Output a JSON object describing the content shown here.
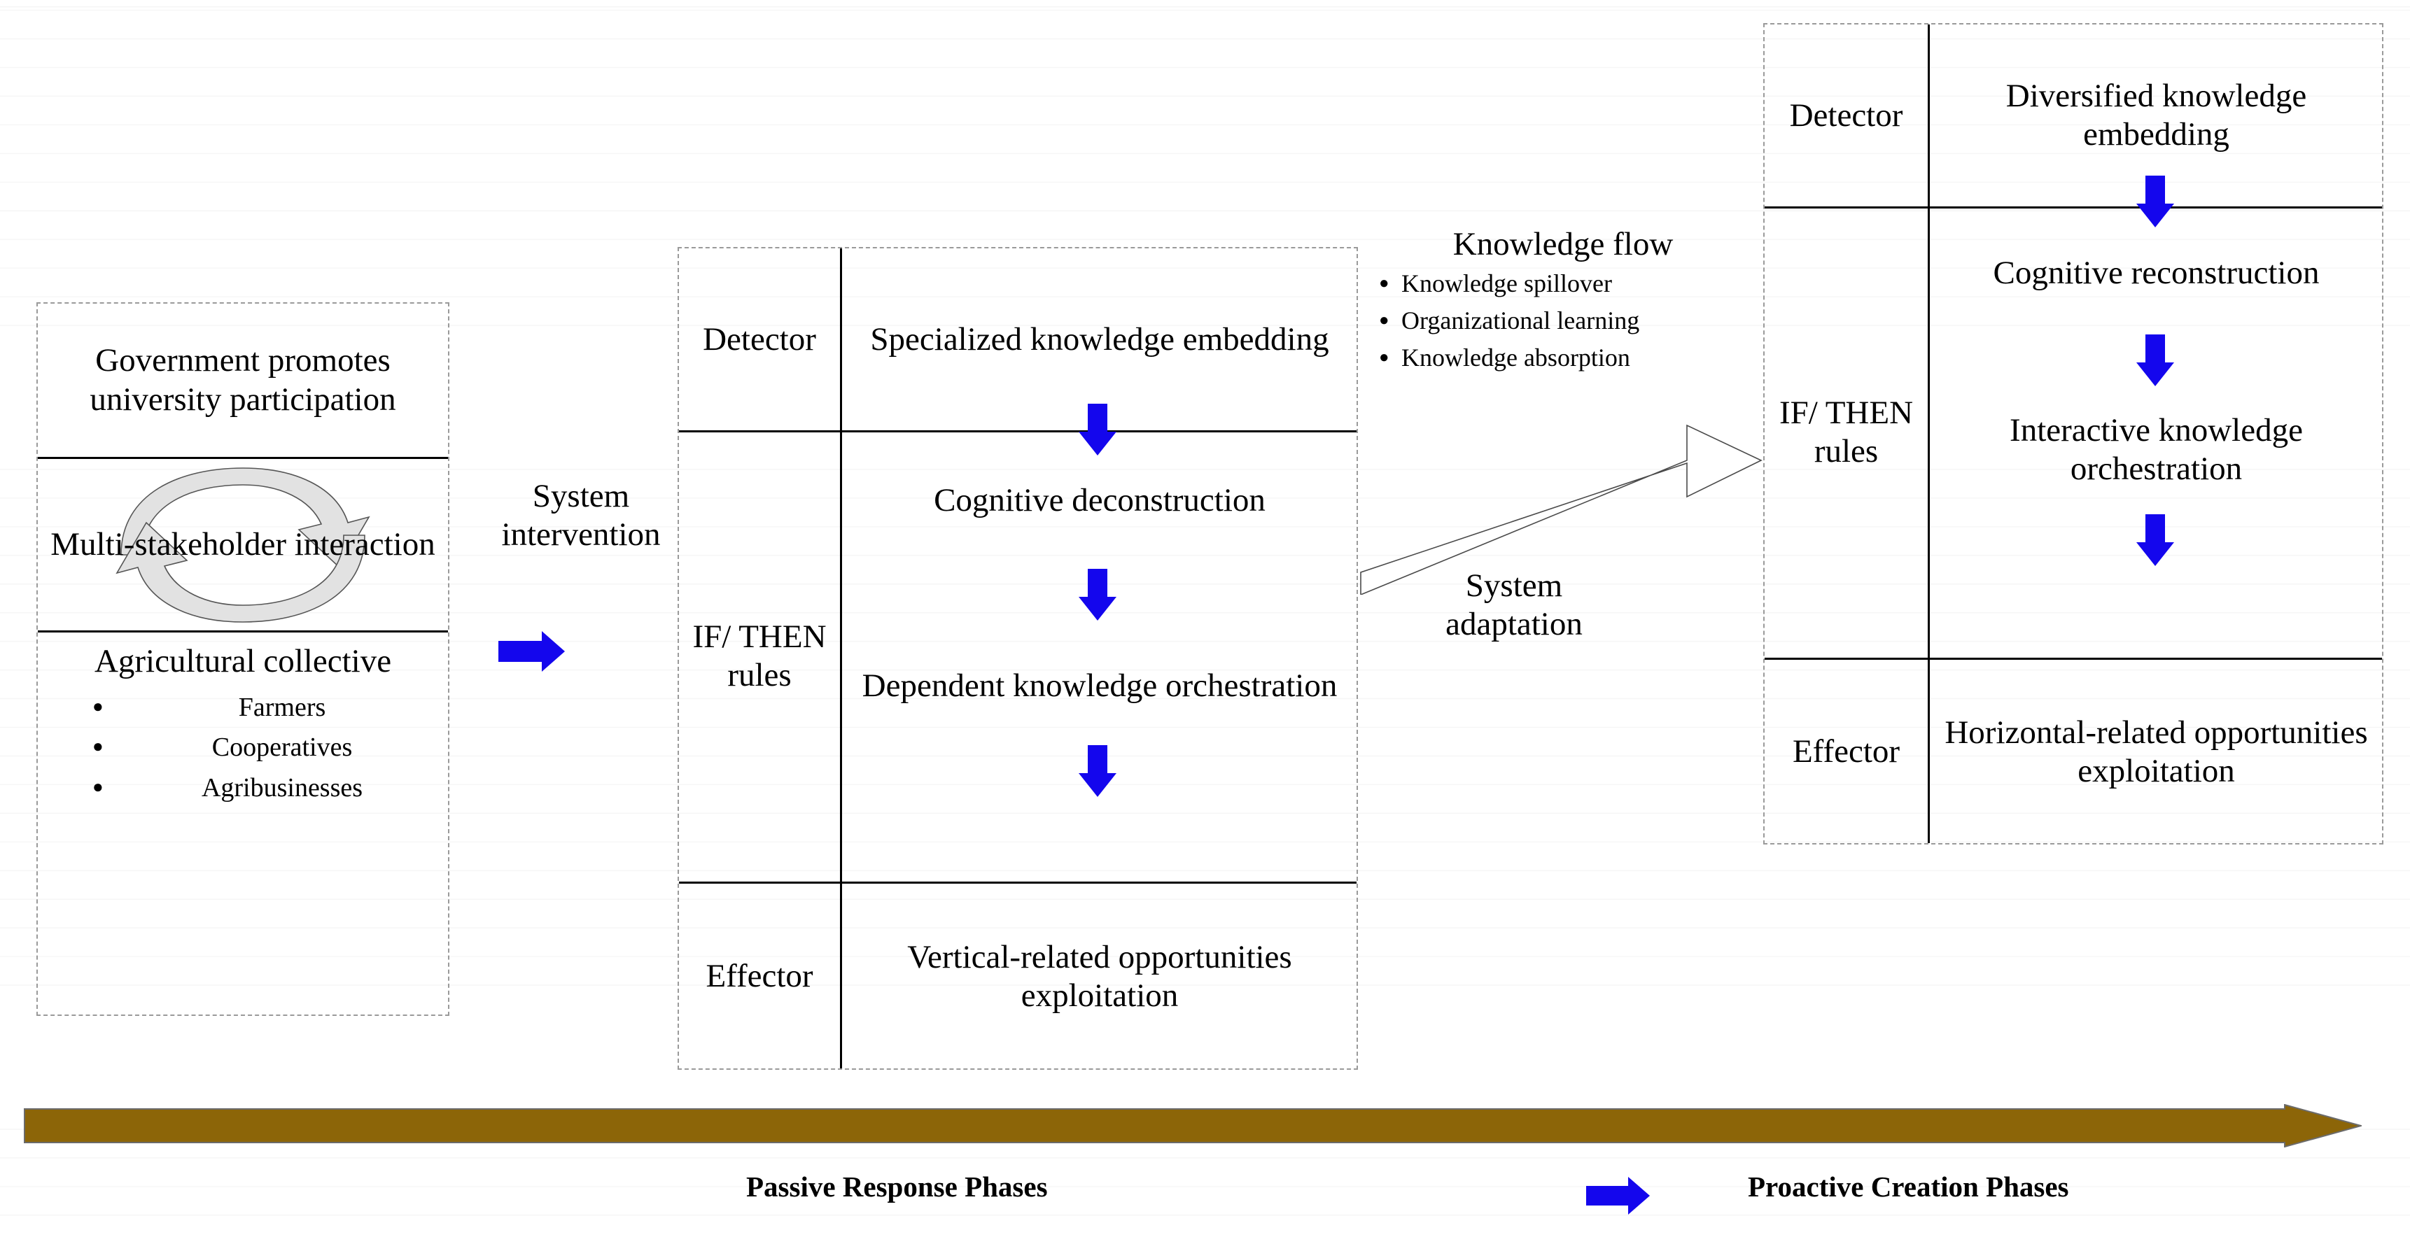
{
  "left_panel": {
    "government": "Government promotes university participation",
    "cycle_label": "Multi-stakeholder interaction",
    "cycle_icon": "circular-cycle-arrow",
    "collective_heading": "Agricultural collective",
    "collective_items": [
      "Farmers",
      "Cooperatives",
      "Agribusinesses"
    ]
  },
  "system_intervention": {
    "label": "System intervention",
    "arrow_icon": "blue-right-arrow"
  },
  "middle_panel": {
    "rows": [
      {
        "label": "Detector",
        "content": "Specialized knowledge embedding"
      },
      {
        "label": "IF/ THEN rules",
        "content_a": "Cognitive deconstruction",
        "content_b": "Dependent knowledge orchestration"
      },
      {
        "label": "Effector",
        "content": "Vertical-related opportunities exploitation"
      }
    ]
  },
  "knowledge_flow": {
    "title": "Knowledge flow",
    "items": [
      "Knowledge spillover",
      "Organizational learning",
      "Knowledge absorption"
    ]
  },
  "system_adaptation": {
    "label": "System adaptation",
    "arrow_icon": "diagonal-up-right-outline-arrow"
  },
  "right_panel": {
    "rows": [
      {
        "label": "Detector",
        "content": "Diversified knowledge embedding"
      },
      {
        "label": "IF/ THEN rules",
        "content_a": "Cognitive reconstruction",
        "content_b": "Interactive knowledge orchestration"
      },
      {
        "label": "Effector",
        "content": "Horizontal-related opportunities exploitation"
      }
    ]
  },
  "timeline": {
    "arrow_icon": "brown-right-arrow",
    "left_phase": "Passive Response Phases",
    "right_phase": "Proactive Creation Phases",
    "middle_arrow_icon": "blue-right-arrow"
  },
  "colors": {
    "arrow_blue": "#1406ED",
    "timeline_brown": "#8C6508",
    "panel_border": "#9a9a9a",
    "cell_line": "#000000",
    "cycle_fill": "#E2E2E2"
  }
}
